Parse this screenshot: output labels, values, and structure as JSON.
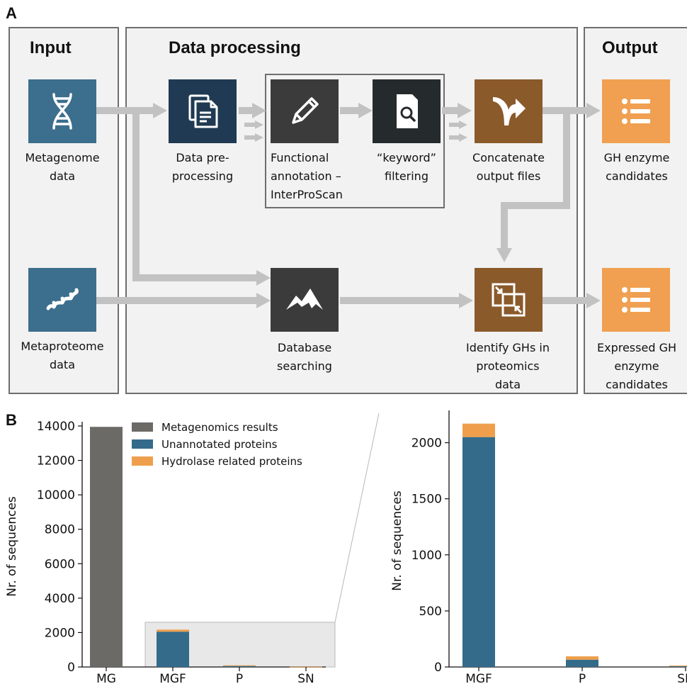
{
  "panels": {
    "a": "A",
    "b": "B"
  },
  "sections": {
    "input": "Input",
    "processing": "Data processing",
    "output": "Output"
  },
  "nodes": {
    "metagenome": "Metagenome\ndata",
    "metaproteome": "Metaproteome\ndata",
    "preprocessing": "Data pre-\nprocessing",
    "annotation": "Functional\nannotation –\nInterProScan",
    "keyword": "“keyword”\nfiltering",
    "concatenate": "Concatenate\noutput files",
    "db_search": "Database\nsearching",
    "identify": "Identify GHs in\nproteomics\ndata",
    "gh_candidates": "GH enzyme\ncandidates",
    "expressed": "Expressed GH\nenzyme\ncandidates"
  },
  "icons": {
    "metagenome": "dna-icon",
    "metaproteome": "protein-helix-icon",
    "preprocessing": "documents-icon",
    "annotation": "pencil-icon",
    "keyword": "file-search-icon",
    "concatenate": "merge-arrow-icon",
    "db_search": "mountains-icon",
    "identify": "overlapping-squares-icon",
    "gh_candidates": "list-icon",
    "expressed": "list-icon"
  },
  "colors": {
    "blue_tile": "#3c6e8d",
    "navy_tile": "#1f3a52",
    "dark_tile": "#3b3b3b",
    "darker_tile": "#252a2d",
    "brown_tile": "#8a5a2b",
    "orange_tile": "#f0a050",
    "arrow": "#c2c2c2",
    "metagenomics_bar": "#6b6a66",
    "unannotated_bar": "#346b8a",
    "hydrolase_bar": "#ef9f4c"
  },
  "chart_data": [
    {
      "type": "bar",
      "stacked": true,
      "categories": [
        "MG",
        "MGF",
        "P",
        "SN"
      ],
      "series": [
        {
          "name": "Metagenomics results",
          "values": [
            13950,
            0,
            0,
            0
          ]
        },
        {
          "name": "Unannotated proteins",
          "values": [
            0,
            2050,
            65,
            8
          ]
        },
        {
          "name": "Hydrolase related proteins",
          "values": [
            0,
            120,
            30,
            5
          ]
        }
      ],
      "ylabel": "Nr. of sequences",
      "ylim": [
        0,
        14000
      ],
      "yticks": [
        0,
        2000,
        4000,
        6000,
        8000,
        10000,
        12000,
        14000
      ],
      "legend": "top-right",
      "grid": false,
      "highlight_region": [
        "MGF",
        "SN"
      ]
    },
    {
      "type": "bar",
      "stacked": true,
      "categories": [
        "MGF",
        "P",
        "SN"
      ],
      "series": [
        {
          "name": "Unannotated proteins",
          "values": [
            2050,
            65,
            8
          ]
        },
        {
          "name": "Hydrolase related proteins",
          "values": [
            120,
            30,
            5
          ]
        }
      ],
      "ylabel": "Nr. of sequences",
      "ylim": [
        0,
        2250
      ],
      "yticks": [
        0,
        500,
        1000,
        1500,
        2000
      ],
      "grid": false
    }
  ]
}
